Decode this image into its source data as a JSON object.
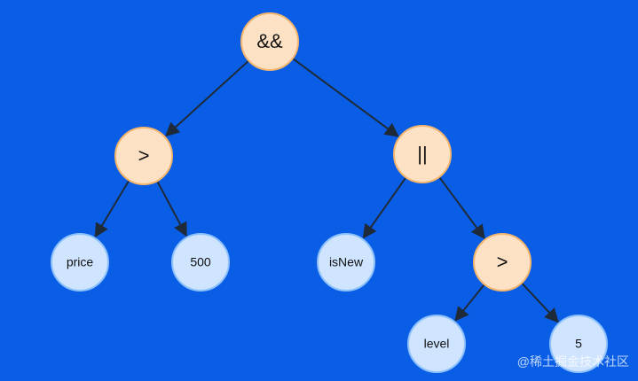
{
  "diagram": {
    "background_color": "#0a5ee6",
    "nodes": [
      {
        "id": "and",
        "label": "&&",
        "kind": "operator"
      },
      {
        "id": "gt1",
        "label": ">",
        "kind": "operator"
      },
      {
        "id": "or",
        "label": "||",
        "kind": "operator"
      },
      {
        "id": "price",
        "label": "price",
        "kind": "operand"
      },
      {
        "id": "n500",
        "label": "500",
        "kind": "operand"
      },
      {
        "id": "isNew",
        "label": "isNew",
        "kind": "operand"
      },
      {
        "id": "gt2",
        "label": ">",
        "kind": "operator"
      },
      {
        "id": "level",
        "label": "level",
        "kind": "operand"
      },
      {
        "id": "n5",
        "label": "5",
        "kind": "operand"
      }
    ],
    "edges": [
      {
        "from": "and",
        "to": "gt1"
      },
      {
        "from": "and",
        "to": "or"
      },
      {
        "from": "gt1",
        "to": "price"
      },
      {
        "from": "gt1",
        "to": "n500"
      },
      {
        "from": "or",
        "to": "isNew"
      },
      {
        "from": "or",
        "to": "gt2"
      },
      {
        "from": "gt2",
        "to": "level"
      },
      {
        "from": "gt2",
        "to": "n5"
      }
    ],
    "colors": {
      "operator_fill": "#fde1c4",
      "operator_stroke": "#f4b56d",
      "operand_fill": "#cfe4ff",
      "operand_stroke": "#8cc0fb",
      "edge": "#1f2a38"
    }
  },
  "watermark": "@稀土掘金技术社区"
}
